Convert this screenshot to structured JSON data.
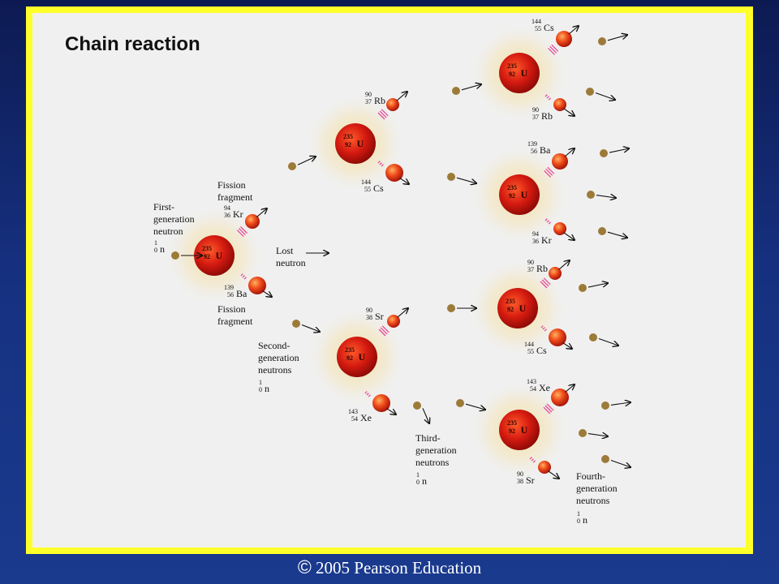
{
  "title": "Chain reaction",
  "copyright": {
    "symbol": "©",
    "text": "2005 Pearson Education"
  },
  "colors": {
    "frame": "#ffff2a",
    "panel": "#f0f0f0",
    "nucleus": "#d41a10",
    "neutron": "#9c7a38",
    "fragment": "#e8461a"
  },
  "uranium": {
    "mass": "235",
    "atomic": "92",
    "symbol": "U"
  },
  "neutron": {
    "mass": "1",
    "atomic": "0",
    "symbol": "n"
  },
  "fragments": {
    "kr1": {
      "mass": "94",
      "atomic": "36",
      "symbol": "Kr"
    },
    "ba1": {
      "mass": "139",
      "atomic": "56",
      "symbol": "Ba"
    },
    "rb2": {
      "mass": "90",
      "atomic": "37",
      "symbol": "Rb"
    },
    "cs2": {
      "mass": "144",
      "atomic": "55",
      "symbol": "Cs"
    },
    "sr2": {
      "mass": "90",
      "atomic": "38",
      "symbol": "Sr"
    },
    "xe2": {
      "mass": "143",
      "atomic": "54",
      "symbol": "Xe"
    },
    "cs3a": {
      "mass": "144",
      "atomic": "55",
      "symbol": "Cs"
    },
    "rb3a": {
      "mass": "90",
      "atomic": "37",
      "symbol": "Rb"
    },
    "ba3b": {
      "mass": "139",
      "atomic": "56",
      "symbol": "Ba"
    },
    "kr3b": {
      "mass": "94",
      "atomic": "36",
      "symbol": "Kr"
    },
    "rb3c": {
      "mass": "90",
      "atomic": "37",
      "symbol": "Rb"
    },
    "cs3c": {
      "mass": "144",
      "atomic": "55",
      "symbol": "Cs"
    },
    "xe3d": {
      "mass": "143",
      "atomic": "54",
      "symbol": "Xe"
    },
    "sr3d": {
      "mass": "90",
      "atomic": "38",
      "symbol": "Sr"
    }
  },
  "labels": {
    "first_gen": [
      "First-",
      "generation",
      "neutron"
    ],
    "fission_fragment": [
      "Fission",
      "fragment"
    ],
    "lost_neutron": [
      "Lost",
      "neutron"
    ],
    "second_gen": [
      "Second-",
      "generation",
      "neutrons"
    ],
    "third_gen": [
      "Third-",
      "generation",
      "neutrons"
    ],
    "fourth_gen": [
      "Fourth-",
      "generation",
      "neutrons"
    ]
  }
}
